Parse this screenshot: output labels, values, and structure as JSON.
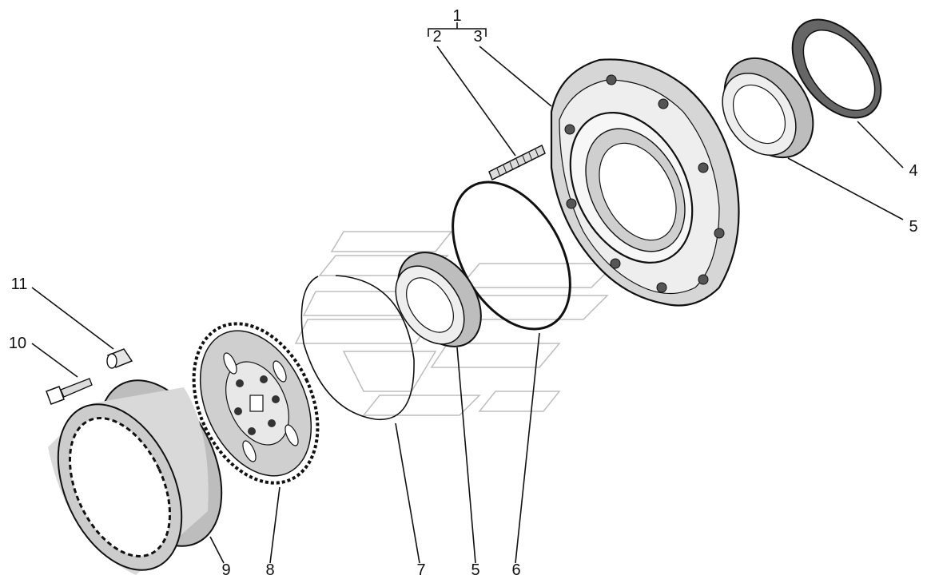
{
  "diagram": {
    "type": "exploded-assembly-drawing",
    "callouts": [
      {
        "id": "c1",
        "text": "1"
      },
      {
        "id": "c2",
        "text": "2"
      },
      {
        "id": "c3",
        "text": "3"
      },
      {
        "id": "c4",
        "text": "4"
      },
      {
        "id": "c5a",
        "text": "5"
      },
      {
        "id": "c11",
        "text": "11"
      },
      {
        "id": "c10",
        "text": "10"
      },
      {
        "id": "c9",
        "text": "9"
      },
      {
        "id": "c8",
        "text": "8"
      },
      {
        "id": "c7",
        "text": "7"
      },
      {
        "id": "c5b",
        "text": "5"
      },
      {
        "id": "c6",
        "text": "6"
      }
    ],
    "parts": [
      {
        "id": "hub-housing",
        "icon": "hub-housing-icon"
      },
      {
        "id": "stud",
        "icon": "stud-icon"
      },
      {
        "id": "seal-ring",
        "icon": "seal-ring-icon"
      },
      {
        "id": "outer-bearing",
        "icon": "roller-bearing-icon"
      },
      {
        "id": "o-ring",
        "icon": "o-ring-icon"
      },
      {
        "id": "inner-bearing",
        "icon": "roller-bearing-icon"
      },
      {
        "id": "retaining-ring",
        "icon": "snap-ring-icon"
      },
      {
        "id": "ring-gear-hub",
        "icon": "gear-icon"
      },
      {
        "id": "ring-gear",
        "icon": "internal-gear-icon"
      },
      {
        "id": "bolt",
        "icon": "bolt-icon"
      },
      {
        "id": "bushing",
        "icon": "bushing-icon"
      }
    ],
    "colors": {
      "ink": "#111111",
      "watermark": "#b8b8b8",
      "background": "#ffffff"
    }
  }
}
